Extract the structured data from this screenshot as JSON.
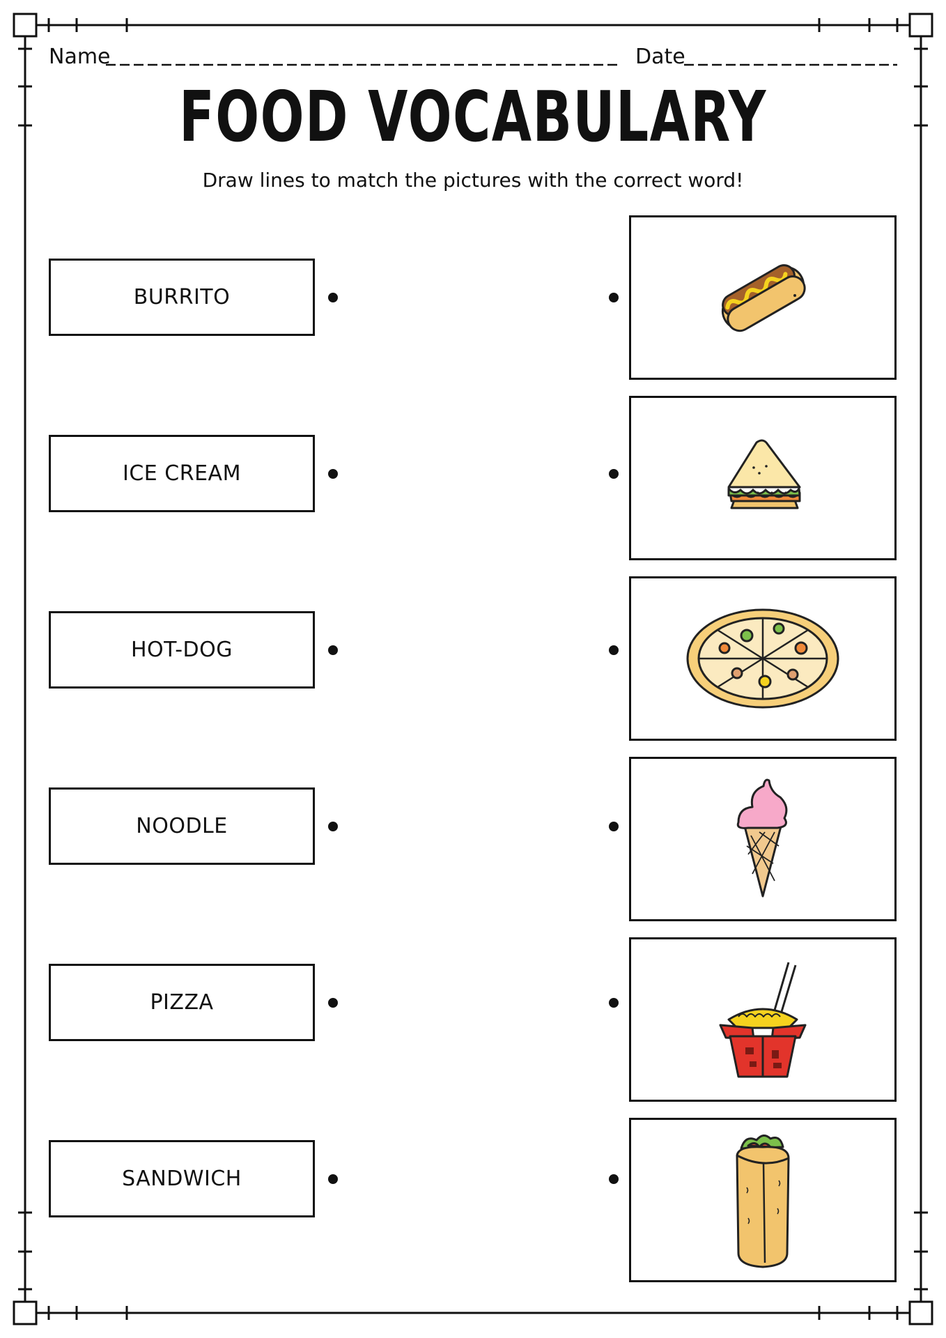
{
  "header": {
    "name_label": "Name",
    "date_label": "Date"
  },
  "title": "FOOD VOCABULARY",
  "subtitle": "Draw lines to match the pictures with the correct word!",
  "words": [
    "BURRITO",
    "ICE CREAM",
    "HOT-DOG",
    "NOODLE",
    "PIZZA",
    "SANDWICH"
  ],
  "pictures": [
    {
      "icon": "hot-dog-icon"
    },
    {
      "icon": "sandwich-icon"
    },
    {
      "icon": "pizza-icon"
    },
    {
      "icon": "ice-cream-icon"
    },
    {
      "icon": "noodle-box-icon"
    },
    {
      "icon": "burrito-icon"
    }
  ],
  "colors": {
    "ink": "#111111",
    "bun": "#f2c46d",
    "mustard": "#f5d21f",
    "sausage": "#a5612a",
    "lettuce": "#7cc04b",
    "cheese": "#fbe7a8",
    "ice_cream": "#f7a9c9",
    "cone": "#f1c98e",
    "box_red": "#e2342b",
    "tomato": "#e84a3a"
  }
}
